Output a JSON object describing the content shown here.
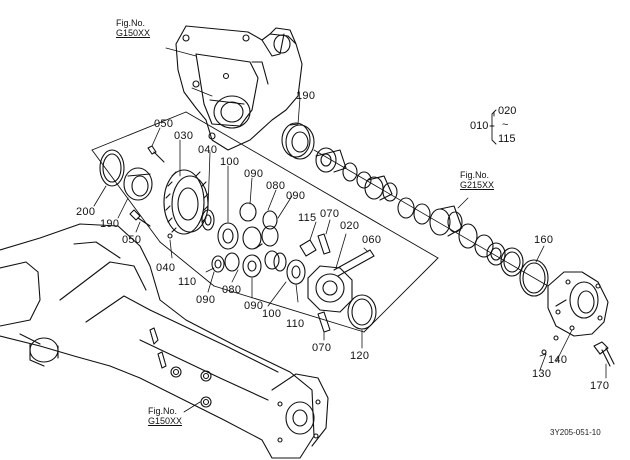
{
  "figure_refs": [
    {
      "id": "ref-top",
      "line1": "Fig.No.",
      "line2": "G150XX"
    },
    {
      "id": "ref-right",
      "line1": "Fig.No.",
      "line2": "G215XX"
    },
    {
      "id": "ref-bottom",
      "line1": "Fig.No.",
      "line2": "G150XX"
    }
  ],
  "part_labels": {
    "p190a": "190",
    "p050a": "050",
    "p030": "030",
    "p040a": "040",
    "p100a": "100",
    "p090a": "090",
    "p080a": "080",
    "p090b": "090",
    "p200": "200",
    "p190b": "190",
    "p050b": "050",
    "p115": "115",
    "p070a": "070",
    "p020": "020",
    "p060": "060",
    "p040b": "040",
    "p110a": "110",
    "p090c": "090",
    "p080b": "080",
    "p090d": "090",
    "p100b": "100",
    "p110b": "110",
    "p070b": "070",
    "p120": "120",
    "p160": "160",
    "p140": "140",
    "p130": "130",
    "p170": "170"
  },
  "group_bracket": {
    "left": "010",
    "top": "020",
    "tilde": "~",
    "bottom": "115"
  },
  "drawing_code": "3Y205-051-10"
}
